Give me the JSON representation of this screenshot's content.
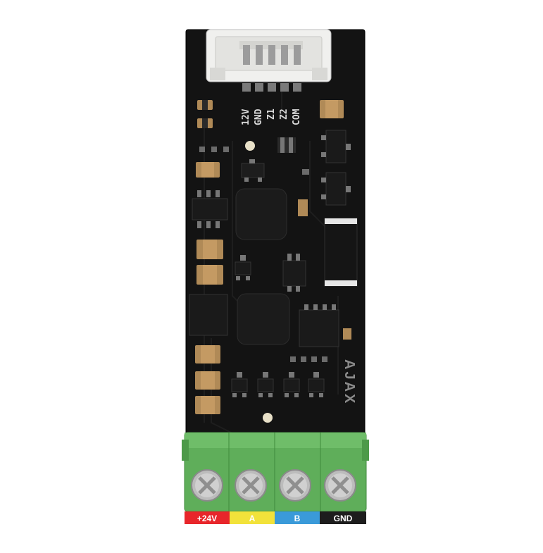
{
  "product": {
    "logo_text": "AJAX",
    "silkscreen": [
      "12V",
      "GND",
      "Z1",
      "Z2",
      "COM"
    ],
    "terminals": [
      {
        "label": "+24V",
        "color": "#e8262b"
      },
      {
        "label": "A",
        "color": "#f2e23a"
      },
      {
        "label": "B",
        "color": "#3a9ad9"
      },
      {
        "label": "GND",
        "color": "#1d1d1d"
      }
    ],
    "colors": {
      "board": "#131313",
      "connector": "#f0f0ee",
      "terminal_block": "#5fae5a",
      "screw": "#d0d0d0",
      "gold_pad": "#b08a57"
    }
  }
}
